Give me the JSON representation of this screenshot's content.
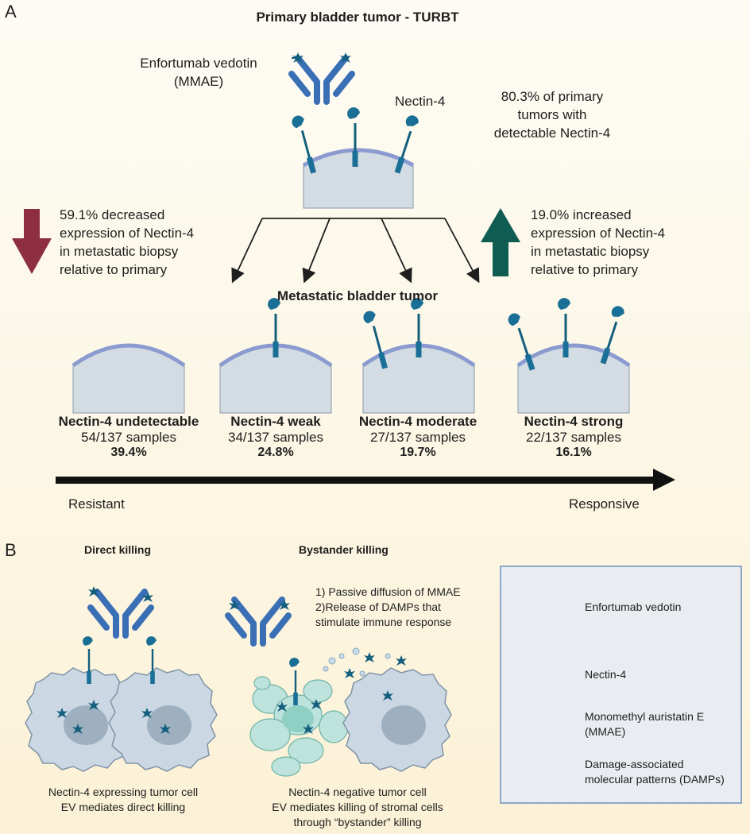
{
  "panel_a": {
    "letter": "A",
    "title": "Primary bladder tumor - TURBT",
    "drug_label_line1": "Enfortumab vedotin",
    "drug_label_line2": "(MMAE)",
    "nectin_label": "Nectin-4",
    "primary_stat_line1": "80.3% of primary",
    "primary_stat_line2": "tumors with",
    "primary_stat_line3": "detectable Nectin-4",
    "decrease_line1": "59.1% decreased",
    "decrease_line2": "expression of Nectin-4",
    "decrease_line3": "in metastatic biopsy",
    "decrease_line4": "relative to primary",
    "increase_line1": "19.0% increased",
    "increase_line2": "expression of Nectin-4",
    "increase_line3": "in metastatic biopsy",
    "increase_line4": "relative to primary",
    "metastatic_title": "Metastatic bladder tumor",
    "categories": [
      {
        "name": "Nectin-4 undetectable",
        "count": "54/137 samples",
        "pct": "39.4%"
      },
      {
        "name": "Nectin-4 weak",
        "count": "34/137 samples",
        "pct": "24.8%"
      },
      {
        "name": "Nectin-4 moderate",
        "count": "27/137 samples",
        "pct": "19.7%"
      },
      {
        "name": "Nectin-4 strong",
        "count": "22/137 samples",
        "pct": "16.1%"
      }
    ],
    "axis_left": "Resistant",
    "axis_right": "Responsive",
    "colors": {
      "decrease_arrow": "#8e2f3f",
      "increase_arrow": "#0f5c52",
      "antibody": "#3a6fb5",
      "receptor": "#1a6f96",
      "tumor_fill": "#d3dbe3"
    }
  },
  "panel_b": {
    "letter": "B",
    "direct_title": "Direct killing",
    "bystander_title": "Bystander killing",
    "bystander_note_line1": "1) Passive diffusion of MMAE",
    "bystander_note_line2": "2)Release of DAMPs that",
    "bystander_note_line3": "stimulate immune response",
    "direct_caption_line1": "Nectin-4 expressing tumor cell",
    "direct_caption_line2": "EV mediates direct killing",
    "bystander_caption_line1": "Nectin-4 negative tumor cell",
    "bystander_caption_line2": "EV mediates killing of stromal cells",
    "bystander_caption_line3": "through “bystander” killing",
    "legend": {
      "ev": "Enfortumab vedotin",
      "nectin": "Nectin-4",
      "mmae_line1": "Monomethyl auristatin E",
      "mmae_line2": "(MMAE)",
      "damps_line1": "Damage-associated",
      "damps_line2": "molecular patterns (DAMPs)"
    }
  }
}
